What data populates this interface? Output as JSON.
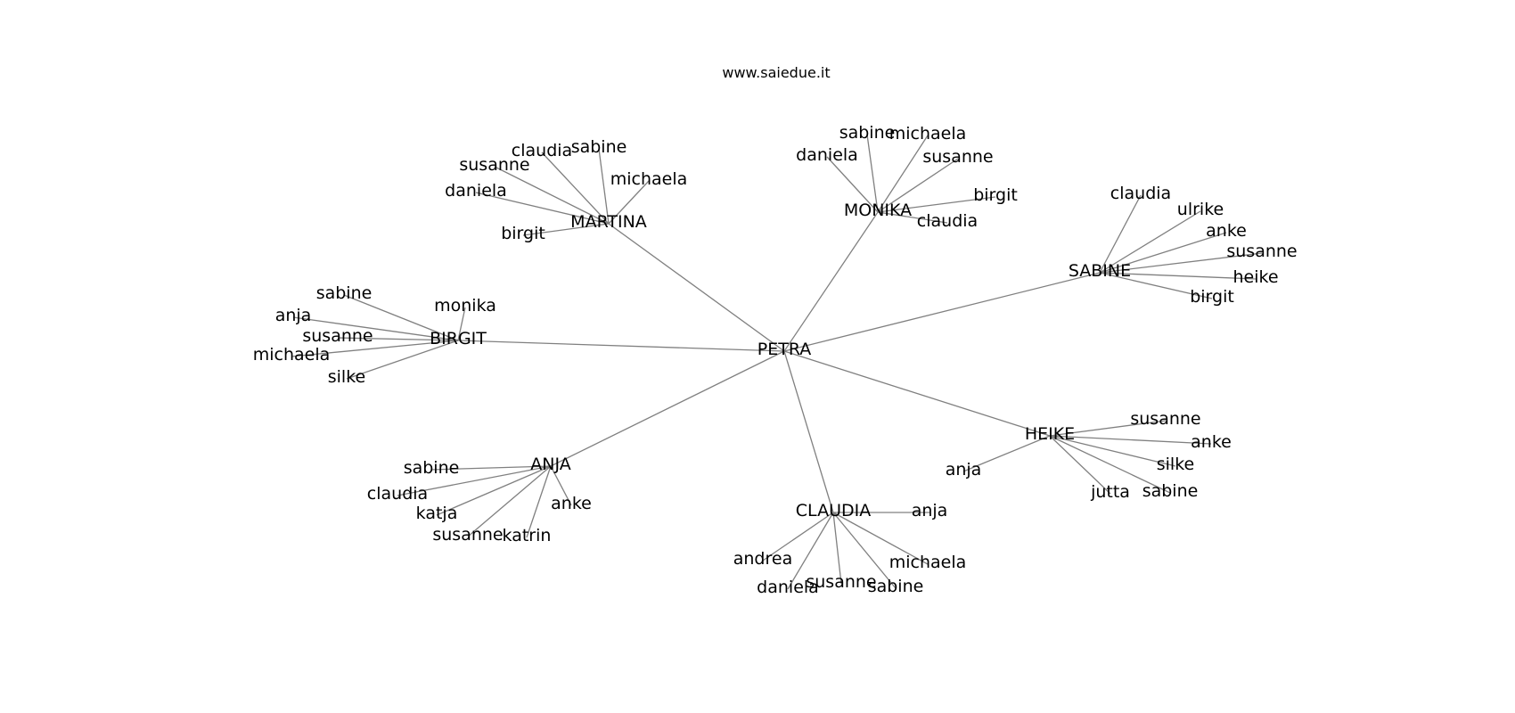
{
  "title": "www.saiedue.it",
  "colors": {
    "edge": "#808080",
    "text": "#000000",
    "background": "#ffffff"
  },
  "graph": {
    "center": "PETRA",
    "hubs": [
      {
        "label": "MARTINA",
        "leaves": [
          "claudia",
          "sabine",
          "susanne",
          "michaela",
          "daniela",
          "birgit"
        ]
      },
      {
        "label": "MONIKA",
        "leaves": [
          "sabine",
          "michaela",
          "daniela",
          "susanne",
          "birgit",
          "claudia"
        ]
      },
      {
        "label": "SABINE",
        "leaves": [
          "claudia",
          "ulrike",
          "anke",
          "susanne",
          "heike",
          "birgit"
        ]
      },
      {
        "label": "BIRGIT",
        "leaves": [
          "sabine",
          "monika",
          "anja",
          "susanne",
          "michaela",
          "silke"
        ]
      },
      {
        "label": "HEIKE",
        "leaves": [
          "susanne",
          "anke",
          "silke",
          "anja",
          "sabine",
          "jutta"
        ]
      },
      {
        "label": "ANJA",
        "leaves": [
          "sabine",
          "claudia",
          "anke",
          "katja",
          "susanne",
          "katrin"
        ]
      },
      {
        "label": "CLAUDIA",
        "leaves": [
          "anja",
          "andrea",
          "michaela",
          "susanne",
          "sabine",
          "daniela"
        ]
      }
    ]
  }
}
